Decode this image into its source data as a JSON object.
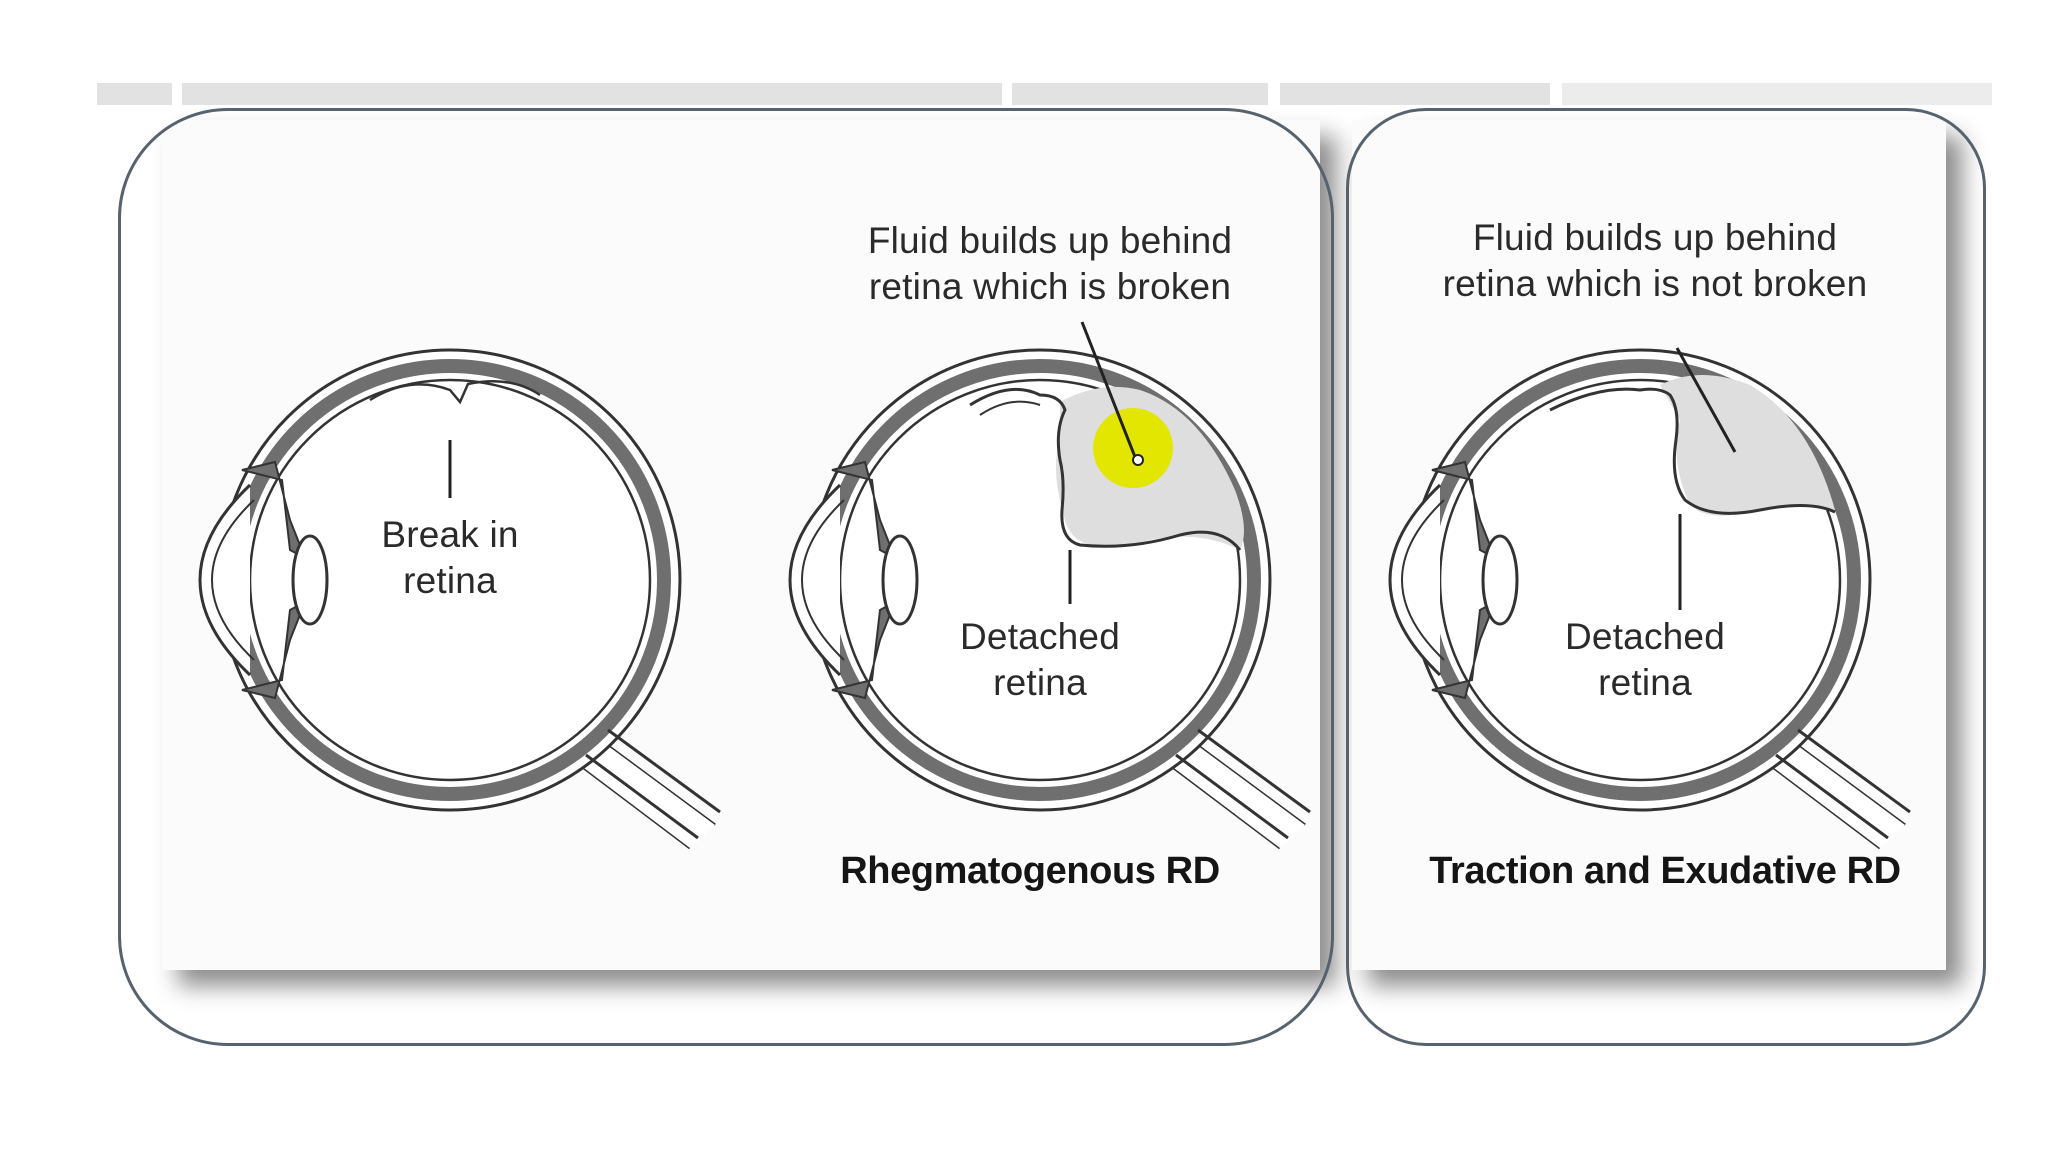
{
  "labels": {
    "break": [
      "Break in",
      "retina"
    ],
    "detached_left": [
      "Detached",
      "retina"
    ],
    "fluid_broken": [
      "Fluid builds up behind",
      "retina which is broken"
    ],
    "fluid_not_broken": [
      "Fluid builds up behind",
      "retina which is not broken"
    ],
    "detached_right": [
      "Detached",
      "retina"
    ]
  },
  "titles": {
    "rhegmatogenous": "Rhegmatogenous RD",
    "traction_exudative": "Traction and Exudative RD"
  },
  "colors": {
    "outline": "#56626d",
    "highlight": "#e3e600",
    "fluid": "#dedede",
    "tissue": "#6f6f6f"
  }
}
